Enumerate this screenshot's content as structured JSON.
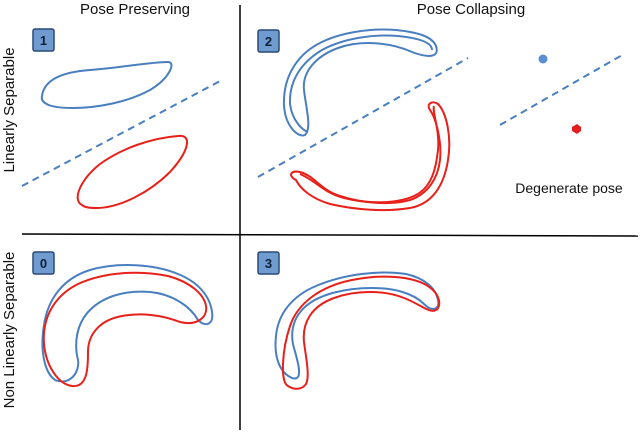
{
  "columns": {
    "left": "Pose Preserving",
    "right": "Pose Collapsing"
  },
  "rows": {
    "top": "Linearly Separable",
    "bottom": "Non Linearly Separable"
  },
  "panels": [
    {
      "id": "panel-1",
      "badge": "1"
    },
    {
      "id": "panel-2",
      "badge": "2"
    },
    {
      "id": "panel-0",
      "badge": "0"
    },
    {
      "id": "panel-3",
      "badge": "3"
    }
  ],
  "degenerate_label": "Degenerate pose",
  "colors": {
    "blue_manifold": "#4a7fbf",
    "red_manifold": "#e8201a",
    "badge_fill": "#6f9bd1",
    "badge_stroke": "#2a4a75",
    "divider": "#000000",
    "blue_point": "#5b8fd4",
    "red_point": "#e21e1e"
  }
}
